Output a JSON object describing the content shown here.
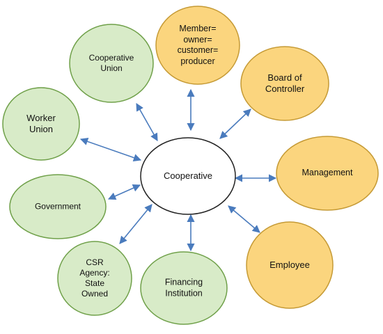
{
  "colors": {
    "green_fill": "#d8ebc8",
    "green_stroke": "#6fa049",
    "yellow_fill": "#fbd57e",
    "yellow_stroke": "#c59a35",
    "center_fill": "#ffffff",
    "center_stroke": "#222222",
    "arrow": "#4a7bbd"
  },
  "center": {
    "label": "Cooperative"
  },
  "nodes": [
    {
      "id": "member",
      "label": "Member=\nowner=\ncustomer=\nproducer",
      "color": "yellow"
    },
    {
      "id": "board",
      "label": "Board of\nController",
      "color": "yellow"
    },
    {
      "id": "management",
      "label": "Management",
      "color": "yellow"
    },
    {
      "id": "employee",
      "label": "Employee",
      "color": "yellow"
    },
    {
      "id": "financing",
      "label": "Financing\nInstitution",
      "color": "green"
    },
    {
      "id": "csr",
      "label": "CSR\nAgency:\nState\nOwned",
      "color": "green"
    },
    {
      "id": "government",
      "label": "Government",
      "color": "green"
    },
    {
      "id": "worker",
      "label": "Worker\nUnion",
      "color": "green"
    },
    {
      "id": "coop-union",
      "label": "Cooperative\nUnion",
      "color": "green"
    }
  ]
}
